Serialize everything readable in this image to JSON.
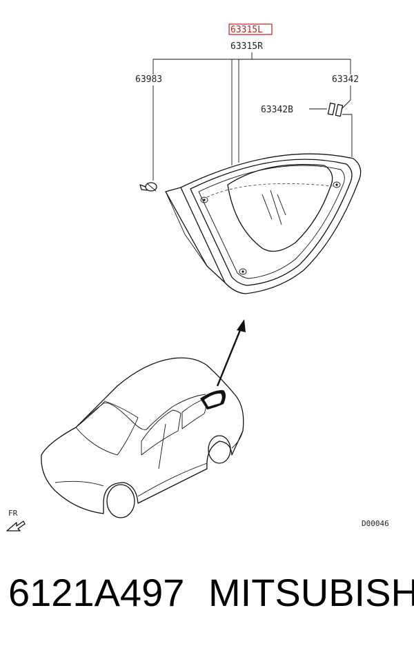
{
  "callouts": {
    "highlighted": "63315L",
    "main": "63315R",
    "left": "63983",
    "right": "63342",
    "sub": "63342B"
  },
  "direction_label": "FR",
  "diagram_code": "D00046",
  "caption": {
    "part_number": "6121A497",
    "brand": "MITSUBISHI"
  },
  "colors": {
    "highlight": "#d01818",
    "line": "#111111"
  }
}
